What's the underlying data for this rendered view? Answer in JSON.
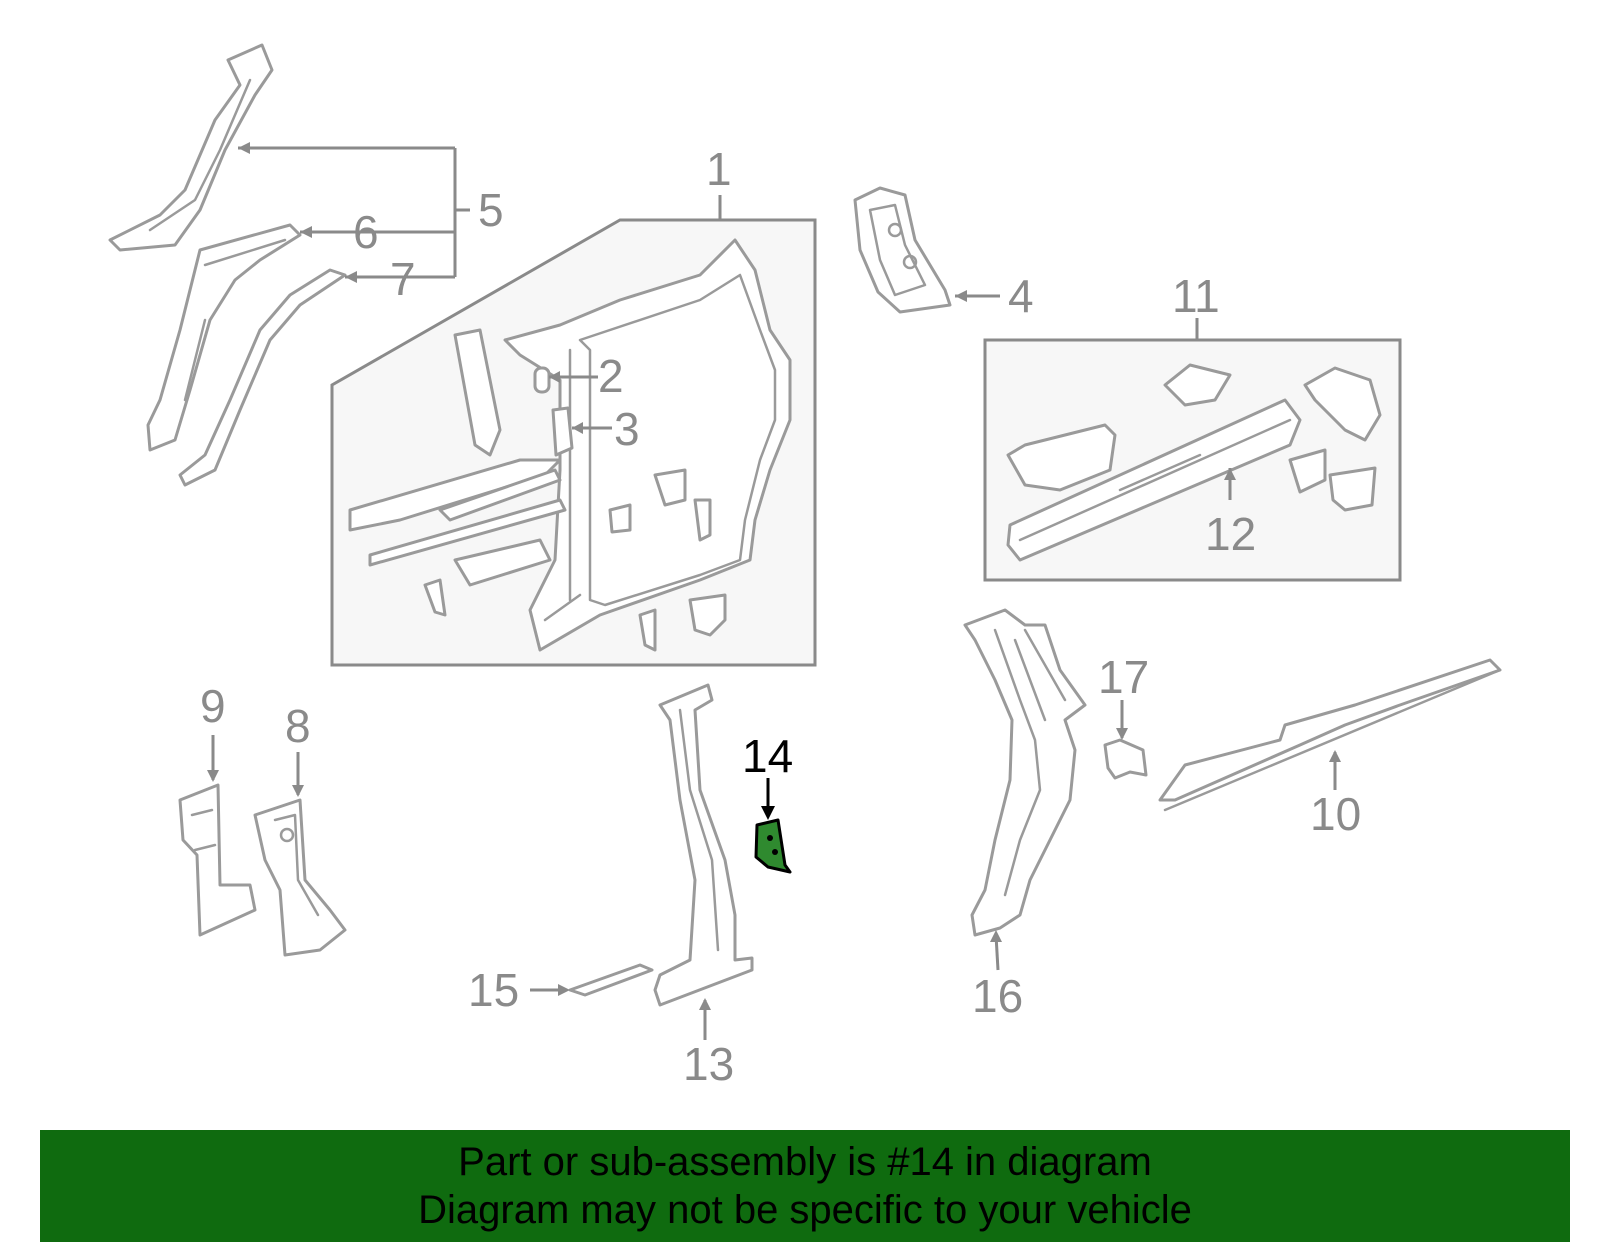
{
  "diagram": {
    "callouts": [
      {
        "id": "c1",
        "label": "1"
      },
      {
        "id": "c2",
        "label": "2"
      },
      {
        "id": "c3",
        "label": "3"
      },
      {
        "id": "c4",
        "label": "4"
      },
      {
        "id": "c5",
        "label": "5"
      },
      {
        "id": "c6",
        "label": "6"
      },
      {
        "id": "c7",
        "label": "7"
      },
      {
        "id": "c8",
        "label": "8"
      },
      {
        "id": "c9",
        "label": "9"
      },
      {
        "id": "c10",
        "label": "10"
      },
      {
        "id": "c11",
        "label": "11"
      },
      {
        "id": "c12",
        "label": "12"
      },
      {
        "id": "c13",
        "label": "13"
      },
      {
        "id": "c14",
        "label": "14"
      },
      {
        "id": "c15",
        "label": "15"
      },
      {
        "id": "c16",
        "label": "16"
      },
      {
        "id": "c17",
        "label": "17"
      }
    ],
    "highlighted_part": "14",
    "colors": {
      "highlight": "#2f8a2f",
      "banner_bg": "#0f6b0f",
      "line_gray": "#9a9a9a"
    }
  },
  "banner": {
    "line1": "Part or sub-assembly is #14 in diagram",
    "line2": "Diagram may not be specific to your vehicle"
  }
}
